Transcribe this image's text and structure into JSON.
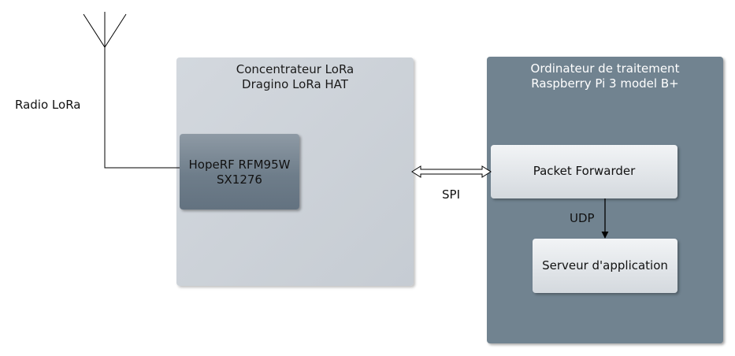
{
  "diagram": {
    "antenna_label": "Radio LoRa",
    "concentrator": {
      "line1": "Concentrateur LoRa",
      "line2": "Dragino LoRa HAT"
    },
    "radio_chip": {
      "line1": "HopeRF RFM95W",
      "line2": "SX1276"
    },
    "computer": {
      "line1": "Ordinateur de traitement",
      "line2": "Raspberry Pi 3 model B+"
    },
    "packet_forwarder": "Packet Forwarder",
    "application_server": "Serveur d'application",
    "link_spi": "SPI",
    "link_udp": "UDP"
  },
  "colors": {
    "concentrator_fill": "#c9cfd5",
    "chip_fill": "#6e7d8a",
    "computer_fill": "#718390",
    "process_fill": "#e4e8eb",
    "line": "#000000"
  }
}
